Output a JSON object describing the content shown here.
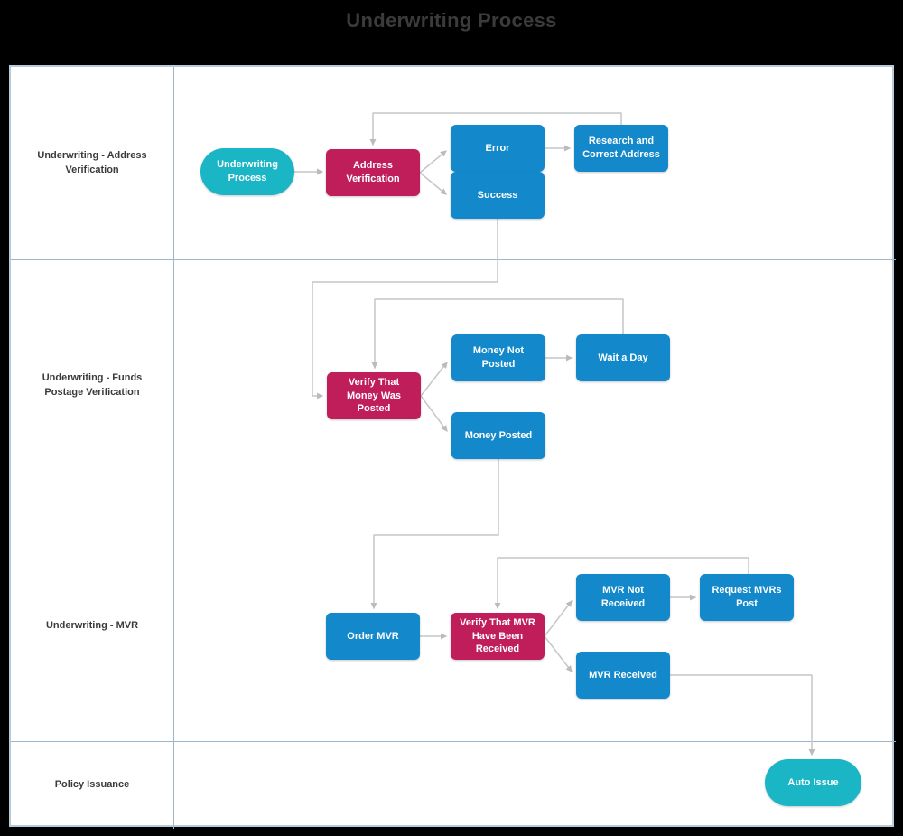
{
  "page": {
    "title": "Underwriting Process"
  },
  "colors": {
    "background": "#000000",
    "canvas": "#ffffff",
    "lane_line": "#9db6ca",
    "canvas_border": "#b7cbdb",
    "step_blue": "#1388ca",
    "decision_crimson": "#c01e5b",
    "terminal_teal": "#1ab6c5",
    "connector_gray": "#c4c7c9",
    "title_text": "#3b3b3b",
    "node_text": "#ffffff"
  },
  "lanes": [
    {
      "label": "Underwriting - Address Verification"
    },
    {
      "label": "Underwriting - Funds Postage Verification"
    },
    {
      "label": "Underwriting - MVR"
    },
    {
      "label": "Policy Issuance"
    }
  ],
  "nodes": [
    {
      "id": "underwriting-process",
      "label": "Underwriting Process",
      "type": "start"
    },
    {
      "id": "address-verification",
      "label": "Address Verification",
      "type": "decision"
    },
    {
      "id": "error",
      "label": "Error",
      "type": "step"
    },
    {
      "id": "success",
      "label": "Success",
      "type": "step"
    },
    {
      "id": "research-and-correct-address",
      "label": "Research and Correct Address",
      "type": "step"
    },
    {
      "id": "verify-that-money-was-posted",
      "label": "Verify That Money Was Posted",
      "type": "decision"
    },
    {
      "id": "money-not-posted",
      "label": "Money Not Posted",
      "type": "step"
    },
    {
      "id": "wait-a-day",
      "label": "Wait a Day",
      "type": "step"
    },
    {
      "id": "money-posted",
      "label": "Money Posted",
      "type": "step"
    },
    {
      "id": "order-mvr",
      "label": "Order MVR",
      "type": "step"
    },
    {
      "id": "verify-that-mvr-have-been-received",
      "label": "Verify That MVR Have Been Received",
      "type": "decision"
    },
    {
      "id": "mvr-not-received",
      "label": "MVR Not Received",
      "type": "step"
    },
    {
      "id": "request-mvrs-post",
      "label": "Request MVRs Post",
      "type": "step"
    },
    {
      "id": "mvr-received",
      "label": "MVR Received",
      "type": "step"
    },
    {
      "id": "auto-issue",
      "label": "Auto Issue",
      "type": "start"
    }
  ]
}
